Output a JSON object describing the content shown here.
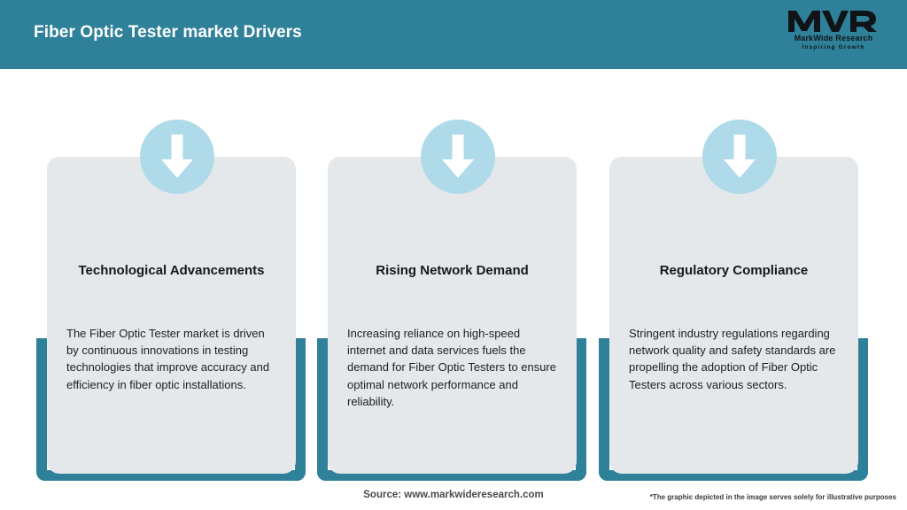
{
  "header": {
    "title": "Fiber Optic Tester market Drivers",
    "background_color": "#2F8199",
    "title_color": "#FFFFFF"
  },
  "logo": {
    "mark": "MWR",
    "company": "MarkWide Research",
    "tagline": "Inspiring Growth"
  },
  "theme": {
    "accent_teal": "#2E8198",
    "card_background": "#E4E8EA",
    "icon_circle": "#AEDAE9",
    "arrow_color": "#FFFFFF",
    "page_background": "#FFFFFF"
  },
  "cards": [
    {
      "icon": "down-arrow-icon",
      "heading": "Technological Advancements",
      "body": "The Fiber Optic Tester market is driven by continuous innovations in testing technologies that improve accuracy and efficiency in fiber optic installations."
    },
    {
      "icon": "down-arrow-icon",
      "heading": "Rising Network Demand",
      "body": "Increasing reliance on high-speed internet and data services fuels the demand for Fiber Optic Testers to ensure optimal network performance and reliability."
    },
    {
      "icon": "down-arrow-icon",
      "heading": "Regulatory Compliance",
      "body": "Stringent industry regulations regarding network quality and safety standards are propelling the adoption of Fiber Optic Testers across various sectors."
    }
  ],
  "footer": {
    "source": "Source: www.markwideresearch.com",
    "disclaimer": "*The graphic depicted in the image serves solely for illustrative purposes"
  }
}
